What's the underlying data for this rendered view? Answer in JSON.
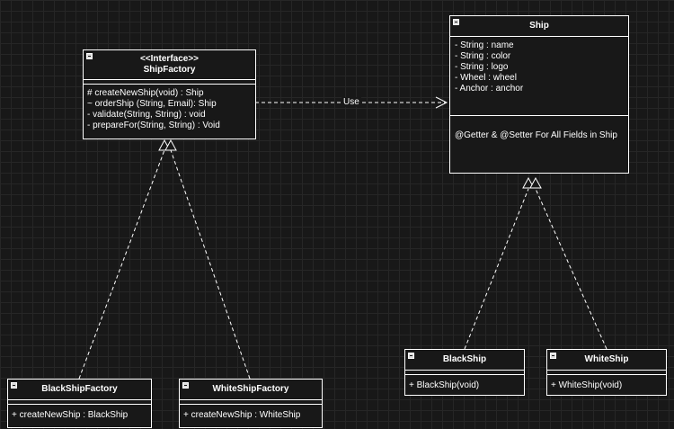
{
  "diagram": {
    "shipfactory": {
      "stereotype": "<<Interface>>",
      "name": "ShipFactory",
      "operations": [
        "# createNewShip(void) : Ship",
        "~ orderShip (String, Email):  Ship",
        "- validate(String, String) : void",
        "- prepareFor(String, String) : Void"
      ]
    },
    "ship": {
      "name": "Ship",
      "attributes": [
        "- String : name",
        "- String : color",
        "- String : logo",
        "- Wheel : wheel",
        "- Anchor : anchor"
      ],
      "operations": [
        "@Getter & @Setter For All Fields in Ship"
      ]
    },
    "blackshipfactory": {
      "name": "BlackShipFactory",
      "operations": [
        "+ createNewShip : BlackShip"
      ]
    },
    "whiteshipfactory": {
      "name": "WhiteShipFactory",
      "operations": [
        "+ createNewShip : WhiteShip"
      ]
    },
    "blackship": {
      "name": "BlackShip",
      "operations": [
        "+ BlackShip(void)"
      ]
    },
    "whiteship": {
      "name": "WhiteShip",
      "operations": [
        "+ WhiteShip(void)"
      ]
    },
    "use_label": "Use"
  }
}
